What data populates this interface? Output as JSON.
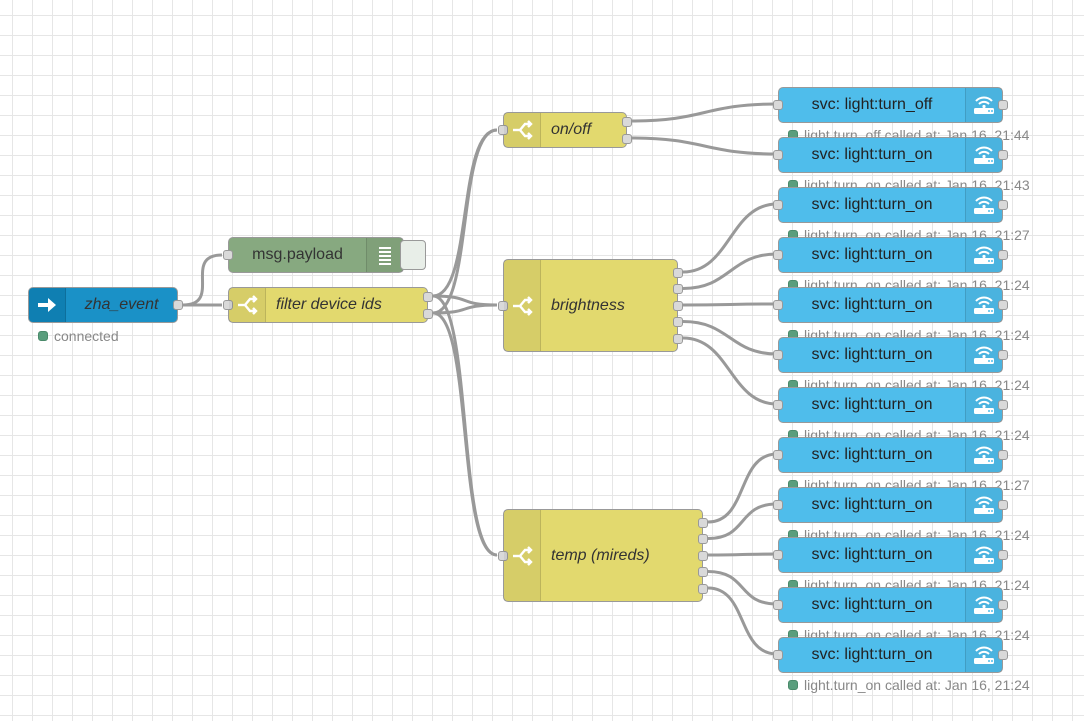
{
  "colors": {
    "inject": "#1a91c7",
    "debug": "#87a980",
    "switch": "#e2d96e",
    "service": "#4fbdeb",
    "status_dot": "#5a9e7d",
    "wire": "#999999"
  },
  "nodes": {
    "zha_event": {
      "label": "zha_event",
      "icon": "arrow-right-icon",
      "status": "connected"
    },
    "debug": {
      "label": "msg.payload",
      "icon": "list-icon"
    },
    "filter": {
      "label": "filter device ids",
      "icon": "switch-icon"
    },
    "onoff": {
      "label": "on/off",
      "icon": "switch-icon"
    },
    "brightness": {
      "label": "brightness",
      "icon": "switch-icon"
    },
    "temp": {
      "label": "temp (mireds)",
      "icon": "switch-icon"
    }
  },
  "services": [
    {
      "label": "svc: light:turn_off",
      "status": "light.turn_off called at: Jan 16, 21:44"
    },
    {
      "label": "svc: light:turn_on",
      "status": "light.turn_on called at: Jan 16, 21:43"
    },
    {
      "label": "svc: light:turn_on",
      "status": "light.turn_on called at: Jan 16, 21:27"
    },
    {
      "label": "svc: light:turn_on",
      "status": "light.turn_on called at: Jan 16, 21:24"
    },
    {
      "label": "svc: light:turn_on",
      "status": "light.turn_on called at: Jan 16, 21:24"
    },
    {
      "label": "svc: light:turn_on",
      "status": "light.turn_on called at: Jan 16, 21:24"
    },
    {
      "label": "svc: light:turn_on",
      "status": "light.turn_on called at: Jan 16, 21:24"
    },
    {
      "label": "svc: light:turn_on",
      "status": "light.turn_on called at: Jan 16, 21:27"
    },
    {
      "label": "svc: light:turn_on",
      "status": "light.turn_on called at: Jan 16, 21:24"
    },
    {
      "label": "svc: light:turn_on",
      "status": "light.turn_on called at: Jan 16, 21:24"
    },
    {
      "label": "svc: light:turn_on",
      "status": "light.turn_on called at: Jan 16, 21:24"
    },
    {
      "label": "svc: light:turn_on",
      "status": "light.turn_on called at: Jan 16, 21:24"
    }
  ],
  "service_icon": "router-icon"
}
